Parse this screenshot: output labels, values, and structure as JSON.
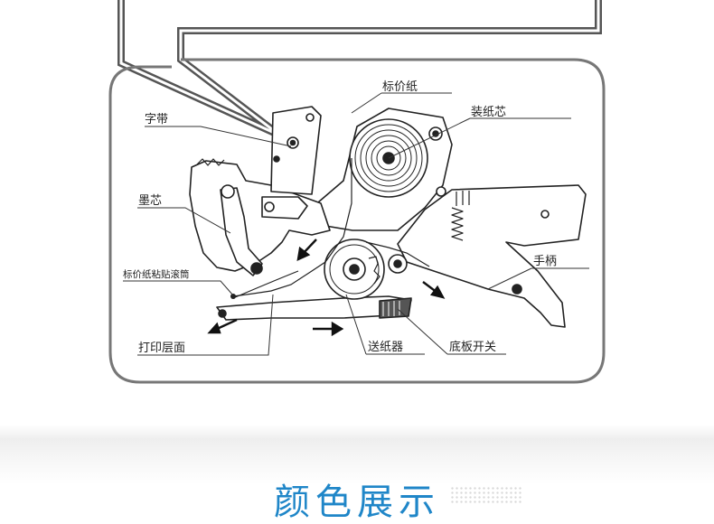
{
  "labels": {
    "price_paper": "标价纸",
    "paper_core": "装纸芯",
    "ribbon": "字带",
    "ink_core": "墨芯",
    "label_roller": "标价纸粘贴滚筒",
    "handle": "手柄",
    "print_layer": "打印层面",
    "feeder": "送纸器",
    "base_switch": "底板开关"
  },
  "footer": {
    "title": "颜色展示"
  }
}
